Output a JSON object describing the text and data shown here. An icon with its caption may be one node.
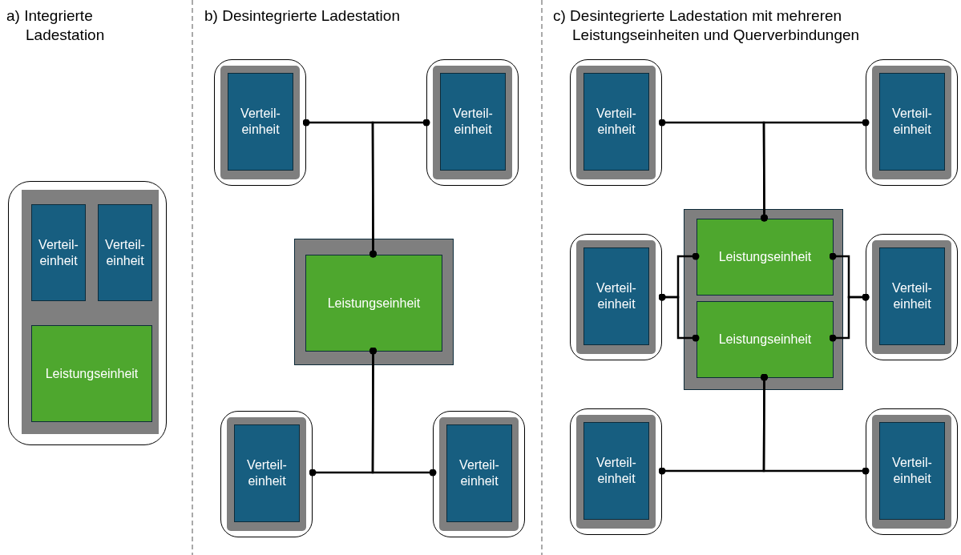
{
  "diagram": {
    "nodes": [
      {
        "text": [],
        "shape": "box"
      },
      {
        "text": [
          "Verteil- einheit"
        ],
        "in": 0
      },
      {
        "text": [
          "Verteil- einheit"
        ],
        "in": 0
      },
      {
        "text": [
          "Leistungseinheit"
        ],
        "in": 0
      },
      {
        "text": [],
        "shape": "box"
      },
      {
        "text": [
          "Verteil- einheit"
        ],
        "in": 4
      },
      {
        "text": [],
        "shape": "box"
      },
      {
        "text": [
          "Verteil- einheit"
        ],
        "in": 6
      },
      {
        "text": [],
        "shape": "box"
      },
      {
        "text": [
          "Leistungseinheit"
        ],
        "in": 8
      },
      {
        "text": [],
        "shape": "box"
      },
      {
        "text": [
          "Verteil- einheit"
        ],
        "in": 10
      },
      {
        "text": [],
        "shape": "box"
      },
      {
        "text": [
          "Verteil- einheit"
        ],
        "in": 12
      },
      {
        "text": [],
        "shape": "box"
      },
      {
        "text": [
          "Verteil- einheit"
        ],
        "in": 14
      },
      {
        "text": [],
        "shape": "box"
      },
      {
        "text": [
          "Verteil- einheit"
        ],
        "in": 16
      },
      {
        "text": [],
        "shape": "box"
      },
      {
        "text": [
          "Verteil- einheit"
        ],
        "in": 18
      },
      {
        "text": [],
        "shape": "box"
      },
      {
        "text": [
          "Leistungseinheit"
        ],
        "in": 20
      },
      {
        "text": [
          "Leistungseinheit"
        ],
        "in": 20
      },
      {
        "text": [],
        "shape": "box"
      },
      {
        "text": [
          "Verteil- einheit"
        ],
        "in": 23
      },
      {
        "text": [],
        "shape": "box"
      },
      {
        "text": [
          "Verteil- einheit"
        ],
        "in": 25
      },
      {
        "text": [],
        "shape": "box"
      },
      {
        "text": [
          "Verteil- einheit"
        ],
        "in": 27
      }
    ],
    "edges": [
      {
        "from": 9,
        "to": 4,
        "arrow": "other"
      },
      {
        "from": 9,
        "to": 6,
        "arrow": "other"
      },
      {
        "from": 9,
        "to": 10,
        "arrow": "other"
      },
      {
        "from": 9,
        "to": 12,
        "arrow": "other"
      },
      {
        "from": 21,
        "to": 14,
        "arrow": "other"
      },
      {
        "from": 21,
        "to": 16,
        "arrow": "other"
      },
      {
        "from": 22,
        "to": 25,
        "arrow": "other"
      },
      {
        "from": 22,
        "to": 27,
        "arrow": "other"
      },
      {
        "from": 18,
        "to": 21,
        "arrow": "other"
      },
      {
        "from": 18,
        "to": 22,
        "arrow": "other"
      },
      {
        "from": 23,
        "to": 21,
        "arrow": "other"
      },
      {
        "from": 23,
        "to": 22,
        "arrow": "other"
      }
    ],
    "labels": [
      "a) Integrierte Ladestation",
      "b) Desintegrierte Ladestation",
      "c) Desintegrierte Ladestation mit mehreren Leistungseinheiten und Querverbindungen"
    ]
  }
}
